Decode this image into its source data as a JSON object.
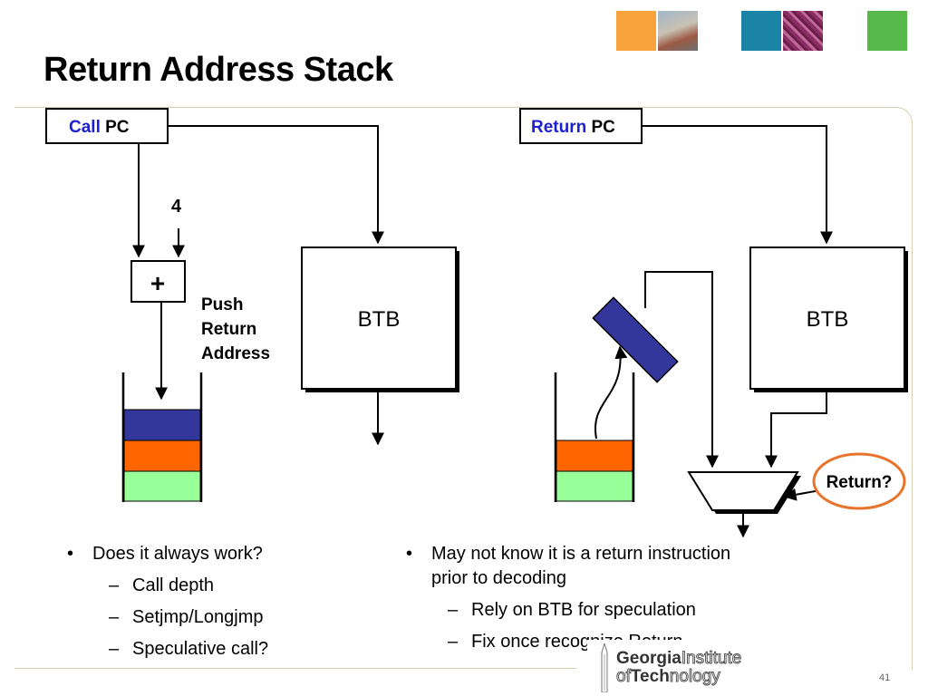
{
  "slide": {
    "title": "Return Address Stack",
    "page_number": "41"
  },
  "colors": {
    "call_word": "#1d20d0",
    "return_word": "#1d20d0",
    "stack_navy": "#33379b",
    "stack_orange": "#ff6600",
    "stack_green": "#99ff99",
    "return_circle": "#e8742c",
    "corner_squares": [
      "#f7a23a",
      "#1b83a6",
      "#57b84a"
    ]
  },
  "diagram_left": {
    "call_pc": {
      "word": "Call",
      "suffix": " PC"
    },
    "adder_constant": "4",
    "adder_symbol": "+",
    "push_label": [
      "Push",
      "Return",
      "Address"
    ],
    "btb_label": "BTB"
  },
  "diagram_right": {
    "return_pc": {
      "word": "Return",
      "suffix": " PC"
    },
    "btb_label": "BTB",
    "return_question": "Return?"
  },
  "bullets_left": {
    "main": "Does it always work?",
    "subs": [
      "Call depth",
      "Setjmp/Longjmp",
      "Speculative call?"
    ]
  },
  "bullets_right": {
    "main_line1": "May not know it is a return instruction",
    "main_line2": "prior to decoding",
    "subs": [
      "Rely on BTB for speculation",
      "Fix once recognize Return"
    ]
  },
  "logo": {
    "georgia": "Georgia",
    "institute": "Institute",
    "of": "of",
    "tech": "Tech",
    "nology": "nology"
  },
  "icons": [
    "corner-photo-squares",
    "gt-tower-icon"
  ]
}
